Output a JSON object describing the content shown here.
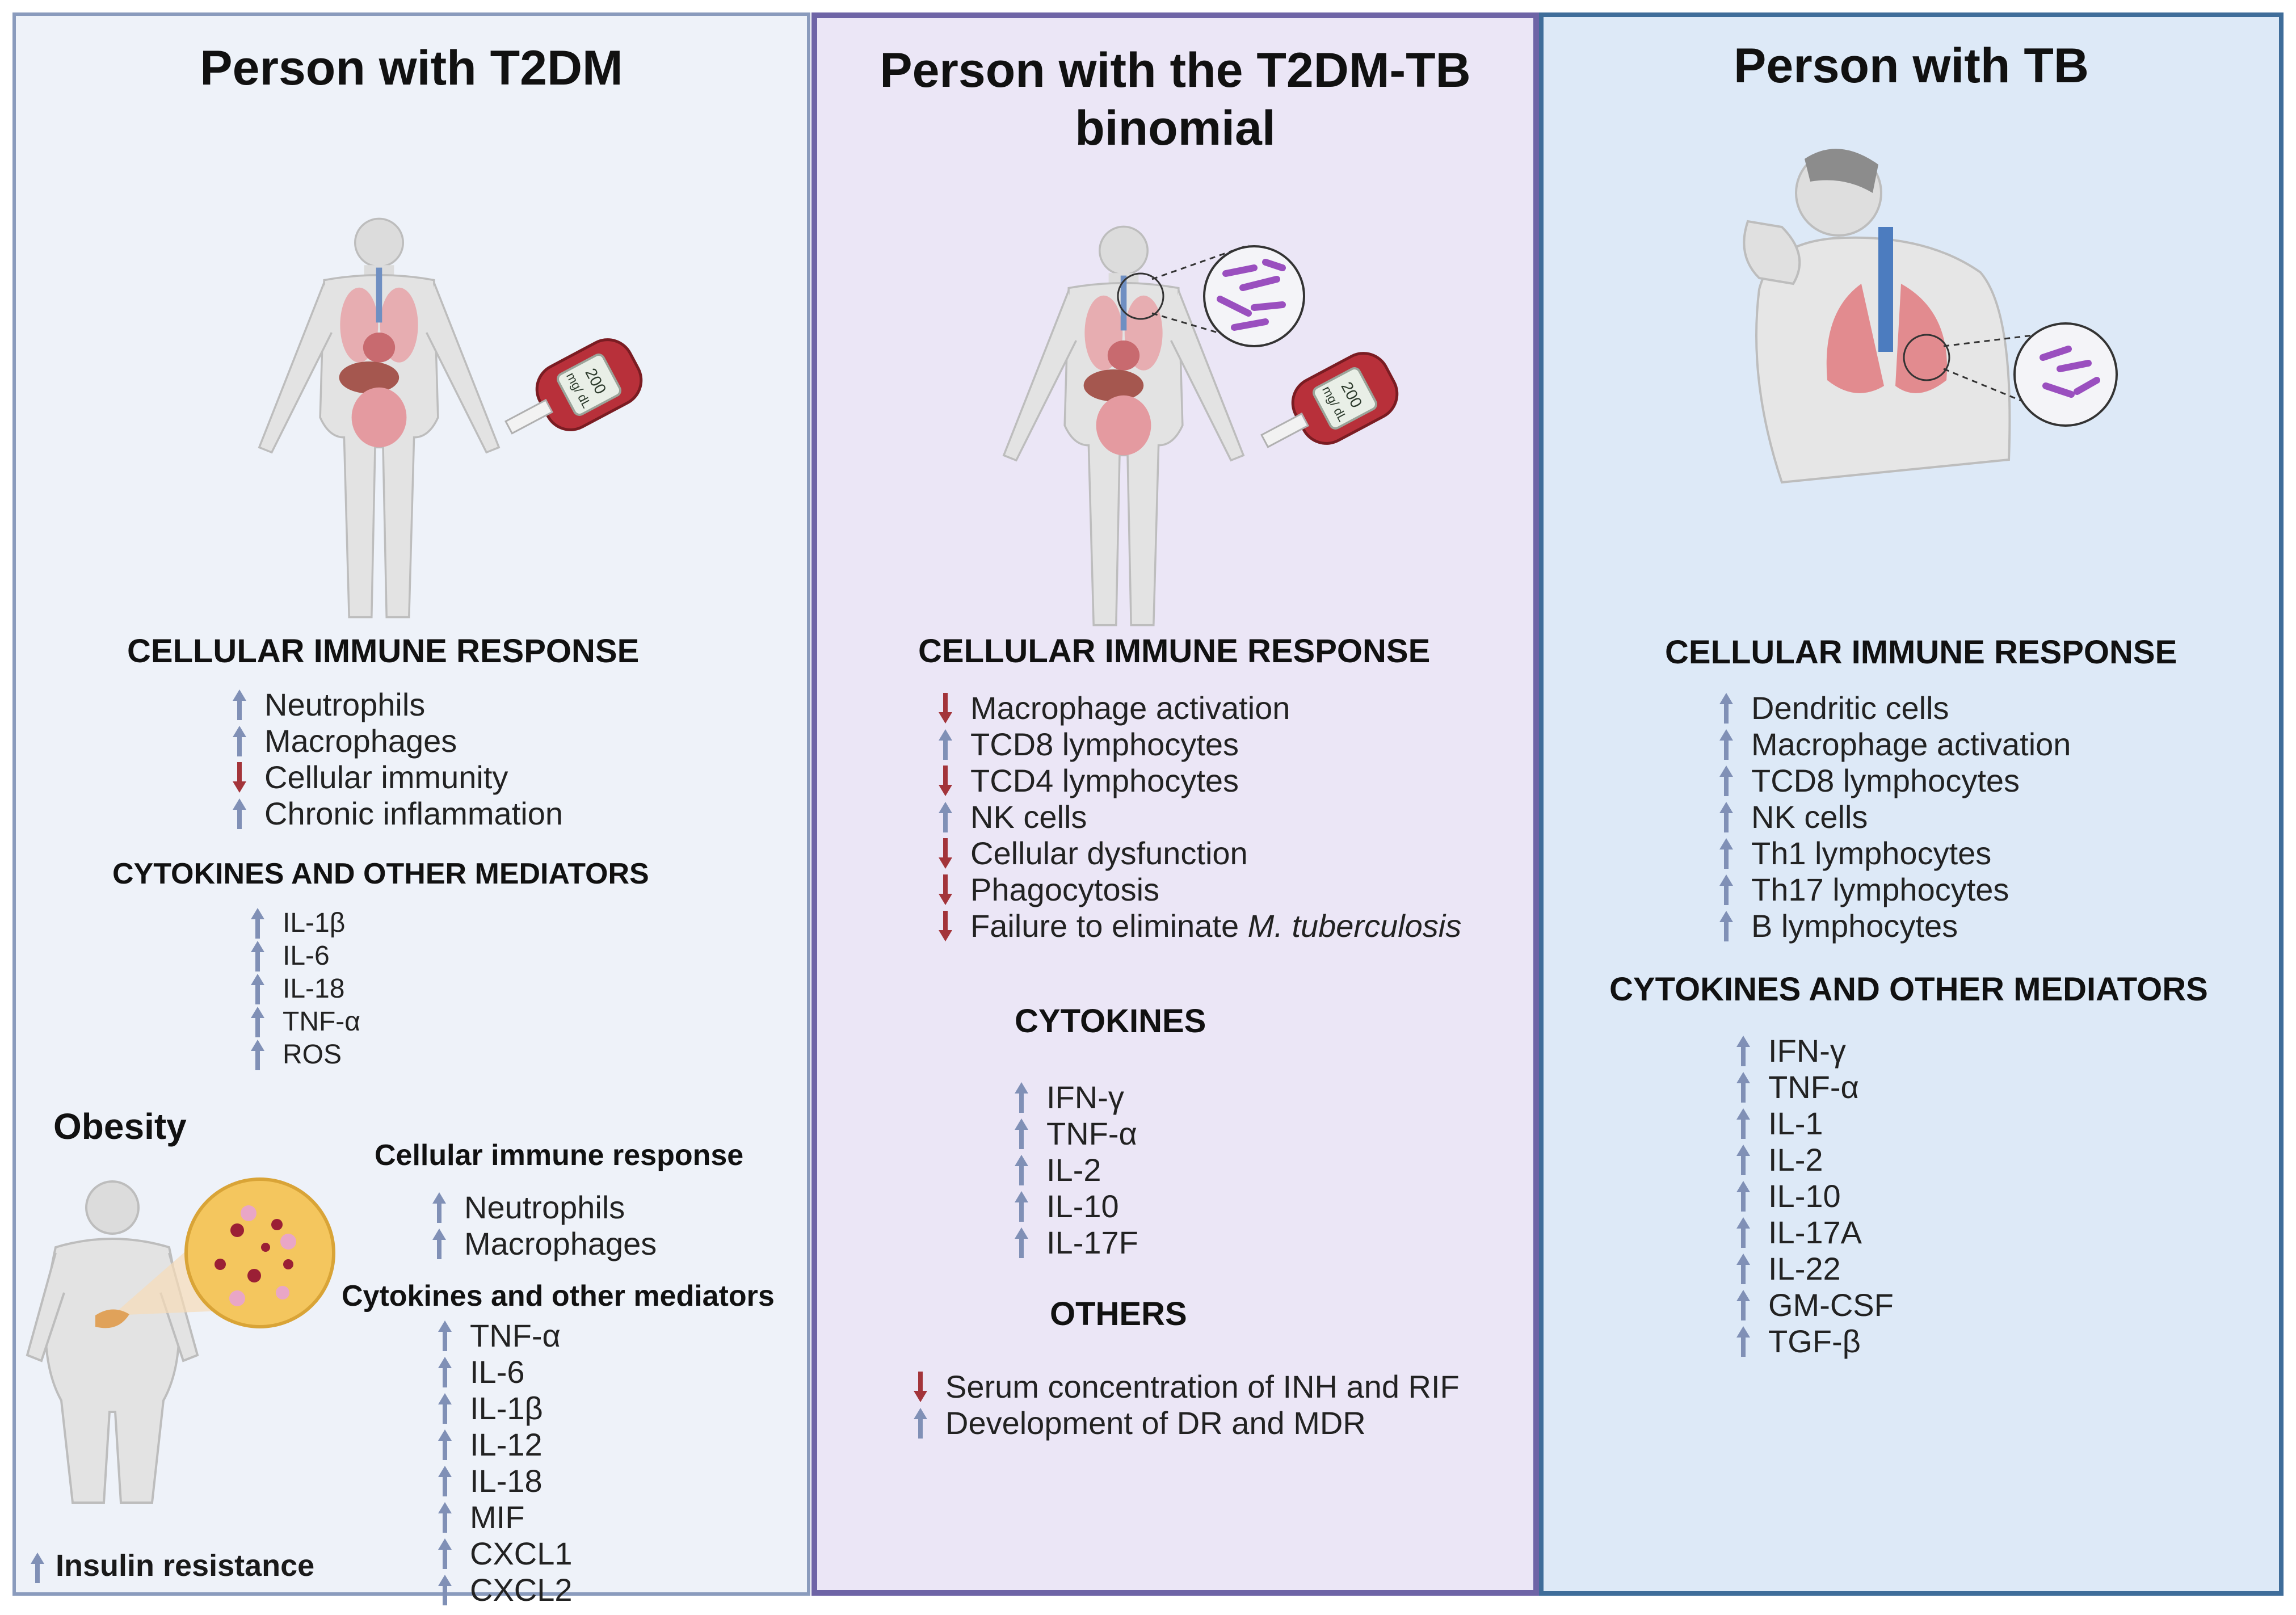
{
  "colors": {
    "up_arrow": "#8090b6",
    "down_arrow": "#a3343a"
  },
  "panel1": {
    "title": "Person with T2DM",
    "glucometer_value": "200",
    "glucometer_unit": "mg/ dL",
    "cellular_heading": "CELLULAR IMMUNE RESPONSE",
    "cellular": [
      {
        "text": "Neutrophils",
        "dir": "up"
      },
      {
        "text": "Macrophages",
        "dir": "up"
      },
      {
        "text": "Cellular immunity",
        "dir": "down"
      },
      {
        "text": "Chronic inflammation",
        "dir": "up"
      }
    ],
    "cytokines_heading": "CYTOKINES AND OTHER MEDIATORS",
    "cytokines": [
      {
        "text": "IL-1β",
        "dir": "up"
      },
      {
        "text": "IL-6",
        "dir": "up"
      },
      {
        "text": "IL-18",
        "dir": "up"
      },
      {
        "text": "TNF-α",
        "dir": "up"
      },
      {
        "text": "ROS",
        "dir": "up"
      }
    ],
    "obesity_heading": "Obesity",
    "obesity_cellular_heading": "Cellular immune response",
    "obesity_cellular": [
      {
        "text": "Neutrophils",
        "dir": "up"
      },
      {
        "text": "Macrophages",
        "dir": "up"
      }
    ],
    "obesity_cytokines_heading": "Cytokines and other mediators",
    "obesity_cytokines": [
      {
        "text": "TNF-α",
        "dir": "up"
      },
      {
        "text": "IL-6",
        "dir": "up"
      },
      {
        "text": "IL-1β",
        "dir": "up"
      },
      {
        "text": "IL-12",
        "dir": "up"
      },
      {
        "text": "IL-18",
        "dir": "up"
      },
      {
        "text": "MIF",
        "dir": "up"
      },
      {
        "text": "CXCL1",
        "dir": "up"
      },
      {
        "text": "CXCL2",
        "dir": "up"
      }
    ],
    "insulin": "Insulin resistance"
  },
  "panel2": {
    "title_line1": "Person with the T2DM-TB",
    "title_line2": "binomial",
    "glucometer_value": "200",
    "glucometer_unit": "mg/ dL",
    "cellular_heading": "CELLULAR IMMUNE  RESPONSE",
    "cellular": [
      {
        "text": "Macrophage activation",
        "dir": "down"
      },
      {
        "text": "TCD8 lymphocytes",
        "dir": "up"
      },
      {
        "text": "TCD4 lymphocytes",
        "dir": "down"
      },
      {
        "text": "NK cells",
        "dir": "up"
      },
      {
        "text": "Cellular dysfunction",
        "dir": "down"
      },
      {
        "text": "Phagocytosis",
        "dir": "down"
      },
      {
        "text": "Failure to eliminate ",
        "italic": "M. tuberculosis",
        "dir": "down"
      }
    ],
    "cytokines_heading": "CYTOKINES",
    "cytokines": [
      {
        "text": "IFN-γ",
        "dir": "up"
      },
      {
        "text": "TNF-α",
        "dir": "up"
      },
      {
        "text": "IL-2",
        "dir": "up"
      },
      {
        "text": "IL-10",
        "dir": "up"
      },
      {
        "text": "IL-17F",
        "dir": "up"
      }
    ],
    "others_heading": "OTHERS",
    "others": [
      {
        "text": "Serum concentration of INH and RIF",
        "dir": "down"
      },
      {
        "text": "Development of DR and MDR",
        "dir": "up"
      }
    ]
  },
  "panel3": {
    "title": "Person with TB",
    "cellular_heading": "CELLULAR IMMUNE RESPONSE",
    "cellular": [
      {
        "text": "Dendritic cells",
        "dir": "up"
      },
      {
        "text": "Macrophage activation",
        "dir": "up"
      },
      {
        "text": "TCD8 lymphocytes",
        "dir": "up"
      },
      {
        "text": "NK cells",
        "dir": "up"
      },
      {
        "text": "Th1 lymphocytes",
        "dir": "up"
      },
      {
        "text": "Th17 lymphocytes",
        "dir": "up"
      },
      {
        "text": "B lymphocytes",
        "dir": "up"
      }
    ],
    "cytokines_heading": "CYTOKINES AND OTHER  MEDIATORS",
    "cytokines": [
      {
        "text": "IFN-γ",
        "dir": "up"
      },
      {
        "text": "TNF-α",
        "dir": "up"
      },
      {
        "text": "IL-1",
        "dir": "up"
      },
      {
        "text": "IL-2",
        "dir": "up"
      },
      {
        "text": "IL-10",
        "dir": "up"
      },
      {
        "text": "IL-17A",
        "dir": "up"
      },
      {
        "text": "IL-22",
        "dir": "up"
      },
      {
        "text": "GM-CSF",
        "dir": "up"
      },
      {
        "text": "TGF-β",
        "dir": "up"
      }
    ]
  }
}
